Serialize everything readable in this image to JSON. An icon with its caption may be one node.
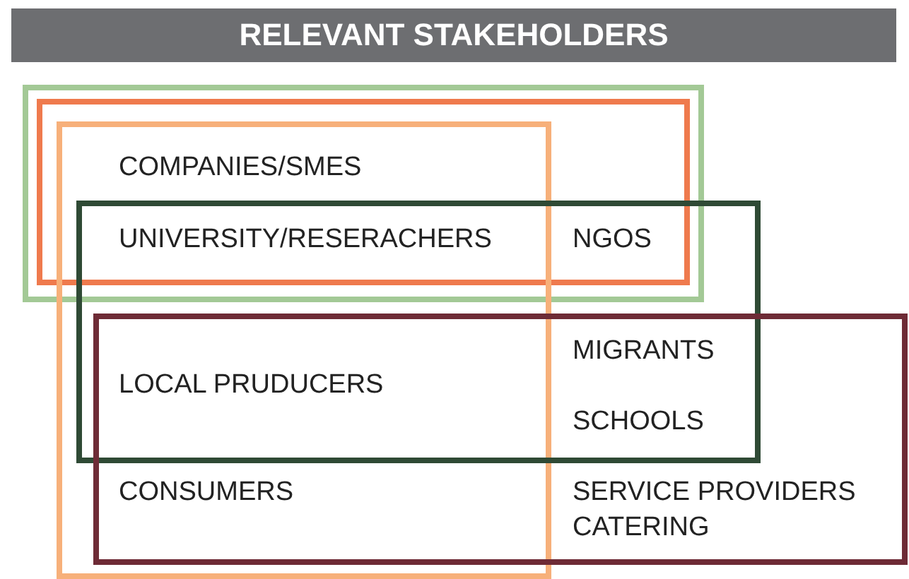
{
  "diagram": {
    "title": "RELEVANT STAKEHOLDERS",
    "labels": [
      "COMPANIES/SMES",
      "UNIVERSITY/RESERACHERS",
      "NGOS",
      "LOCAL PRUDUCERS",
      "MIGRANTS",
      "SCHOOLS",
      "CONSUMERS",
      "SERVICE PROVIDERS CATERING"
    ]
  }
}
